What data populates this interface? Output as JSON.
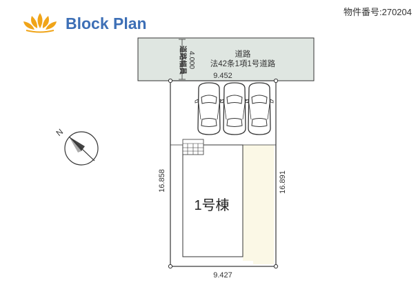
{
  "header": {
    "title": "Block Plan",
    "property_number": "物件番号:270204",
    "logo_icon": "lotus-icon"
  },
  "road": {
    "name": "道路",
    "classification": "法42条1項1号道路",
    "width_label": "道路幅員",
    "width_value": "4.000"
  },
  "lot": {
    "dim_top": "9.452",
    "dim_bottom": "9.427",
    "dim_left": "16.858",
    "dim_right": "16.891"
  },
  "building": {
    "label": "1号棟"
  },
  "parking": {
    "count": 3,
    "car_icon": "car-icon"
  },
  "compass": {
    "north_label": "N",
    "icon": "compass-icon"
  },
  "colors": {
    "title": "#3d6fb6",
    "road_fill": "#dfe6e1",
    "yard_fill": "#fbf8e6",
    "logo": "#f0a418",
    "line": "#333333"
  }
}
